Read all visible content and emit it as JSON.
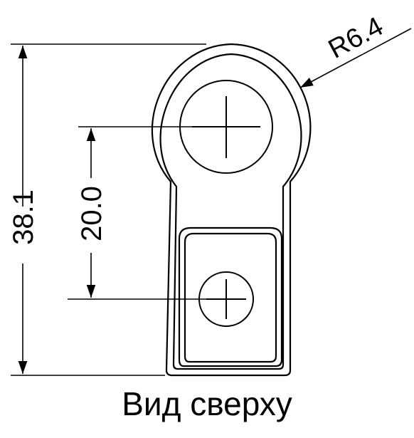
{
  "drawing": {
    "dimensions": {
      "overall_height": "38.1",
      "hole_spacing": "20.0",
      "radius": "R6.4"
    },
    "caption": "Вид сверху"
  }
}
